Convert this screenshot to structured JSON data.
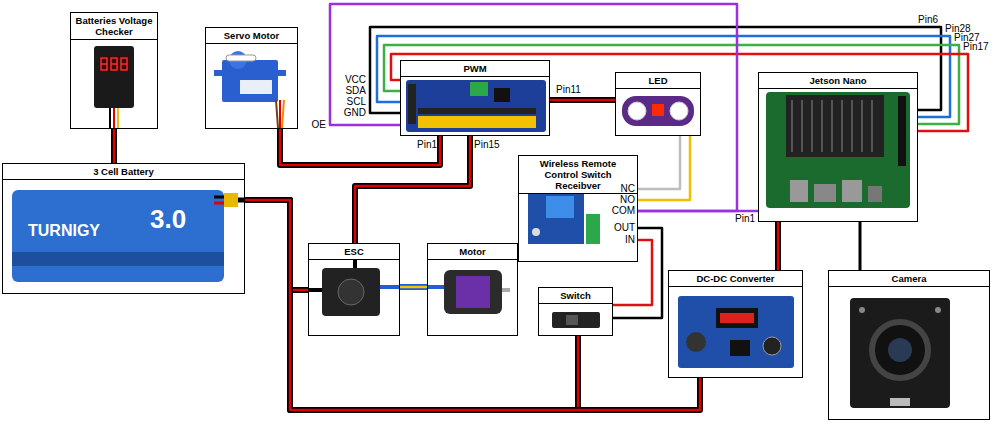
{
  "diagram": {
    "nodes": [
      {
        "text": [
          "Batteries Voltage Checker"
        ]
      },
      {
        "text": [
          "Servo Motor"
        ]
      },
      {
        "text": [
          "PWM"
        ]
      },
      {
        "text": [
          "LED"
        ]
      },
      {
        "text": [
          "Jetson Nano"
        ]
      },
      {
        "text": [
          "Wireless Remote Control Switch Receibver"
        ]
      },
      {
        "text": [
          "3 Cell Battery"
        ]
      },
      {
        "text": [
          "ESC"
        ]
      },
      {
        "text": [
          "Motor"
        ]
      },
      {
        "text": [
          "Switch"
        ]
      },
      {
        "text": [
          "DC-DC Converter"
        ]
      },
      {
        "text": [
          "Camera"
        ]
      }
    ],
    "edges": [
      {
        "from": 0,
        "to": 6,
        "arrow": "none"
      },
      {
        "from": 1,
        "to": 2,
        "arrow": "none"
      },
      {
        "from": 2,
        "to": 3,
        "arrow": "none"
      },
      {
        "from": 2,
        "to": 4,
        "arrow": "none"
      },
      {
        "from": 2,
        "to": 4,
        "arrow": "none"
      },
      {
        "from": 2,
        "to": 4,
        "arrow": "none"
      },
      {
        "from": 2,
        "to": 4,
        "arrow": "none"
      },
      {
        "from": 2,
        "to": 5,
        "arrow": "none"
      },
      {
        "from": 5,
        "to": 4,
        "arrow": "none"
      },
      {
        "from": 3,
        "to": 5,
        "arrow": "none"
      },
      {
        "from": 3,
        "to": 5,
        "arrow": "none"
      },
      {
        "from": 2,
        "to": 7,
        "arrow": "none"
      },
      {
        "from": 6,
        "to": 7,
        "arrow": "none"
      },
      {
        "from": 7,
        "to": 8,
        "arrow": "none"
      },
      {
        "from": 5,
        "to": 9,
        "arrow": "none"
      },
      {
        "from": 5,
        "to": 9,
        "arrow": "none"
      },
      {
        "from": 6,
        "to": 9,
        "arrow": "none"
      },
      {
        "from": 6,
        "to": 10,
        "arrow": "none"
      },
      {
        "from": 10,
        "to": 4,
        "arrow": "none"
      },
      {
        "from": 4,
        "to": 11,
        "arrow": "none"
      }
    ],
    "labels": [
      "OE",
      "GND",
      "SCL",
      "SDA",
      "VCC",
      "Pin1",
      "Pin15",
      "Pin11",
      "Pin6",
      "Pin28",
      "Pin27",
      "Pin17",
      "NC",
      "NO",
      "COM",
      "OUT",
      "IN",
      "Pin1",
      "TURNIGY",
      "3.0"
    ]
  }
}
